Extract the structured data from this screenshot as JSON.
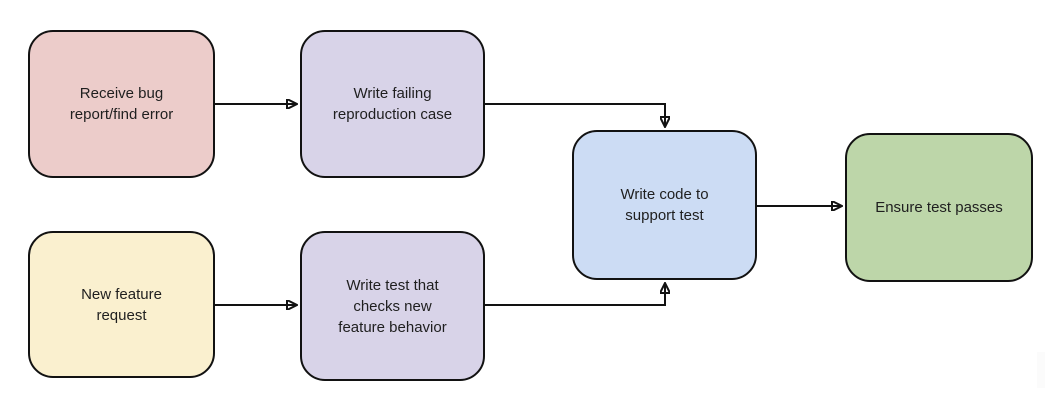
{
  "diagram": {
    "nodes": [
      {
        "id": "receive-bug",
        "label": "Receive bug\nreport/find error",
        "fill": "#ecccca"
      },
      {
        "id": "write-failing",
        "label": "Write failing\nreproduction case",
        "fill": "#d8d3e8"
      },
      {
        "id": "new-feature",
        "label": "New feature\nrequest",
        "fill": "#faf0cf"
      },
      {
        "id": "write-test",
        "label": "Write test that\nchecks new\nfeature behavior",
        "fill": "#d8d3e8"
      },
      {
        "id": "write-code",
        "label": "Write code to\nsupport test",
        "fill": "#ccdcf4"
      },
      {
        "id": "ensure-pass",
        "label": "Ensure test passes",
        "fill": "#bdd6a9"
      }
    ],
    "edges": [
      {
        "from": "receive-bug",
        "to": "write-failing"
      },
      {
        "from": "write-failing",
        "to": "write-code"
      },
      {
        "from": "new-feature",
        "to": "write-test"
      },
      {
        "from": "write-test",
        "to": "write-code"
      },
      {
        "from": "write-code",
        "to": "ensure-pass"
      }
    ],
    "colors": {
      "background": "#ffffff",
      "node_border": "#121212",
      "arrow": "#121212",
      "text": "#1f1f1f"
    }
  }
}
